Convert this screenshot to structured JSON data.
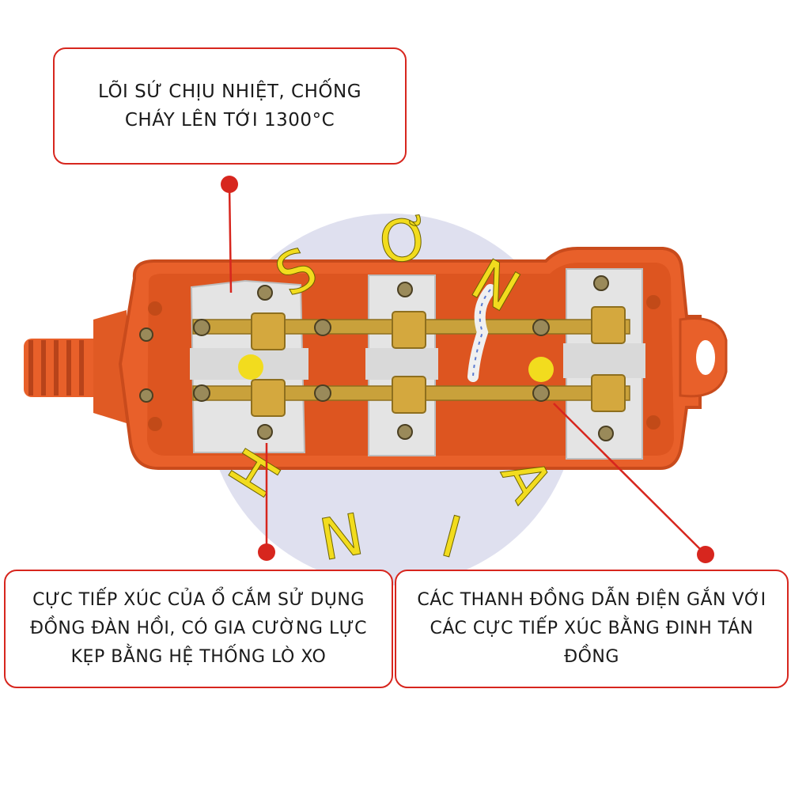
{
  "callouts": {
    "top": "LÕI SỨ CHỊU NHIỆT, CHỐNG\nCHÁY LÊN TỚI 1300°C",
    "bottom_left": "CỰC TIẾP XÚC CỦA Ổ CẮM SỬ DỤNG\nĐỒNG ĐÀN HỒI, CÓ GIA CƯỜNG LỰC\nKẸP BẰNG HỆ THỐNG LÒ XO",
    "bottom_right": "CÁC THANH ĐỒNG DẪN ĐIỆN GẮN VỚI\nCÁC CỰC TIẾP XÚC BẰNG ĐINH TÁN\nĐỒNG"
  },
  "watermark": {
    "letters": [
      "S",
      "Ơ",
      "N",
      "H",
      "N",
      "I",
      "A"
    ]
  },
  "colors": {
    "accent_red": "#d7261e",
    "housing_orange": "#e8602a",
    "ceramic": "#e6e6e6",
    "brass": "#c9a13b",
    "watermark_yellow": "#f2dc1e",
    "watermark_circle": "#dfe0ef"
  }
}
